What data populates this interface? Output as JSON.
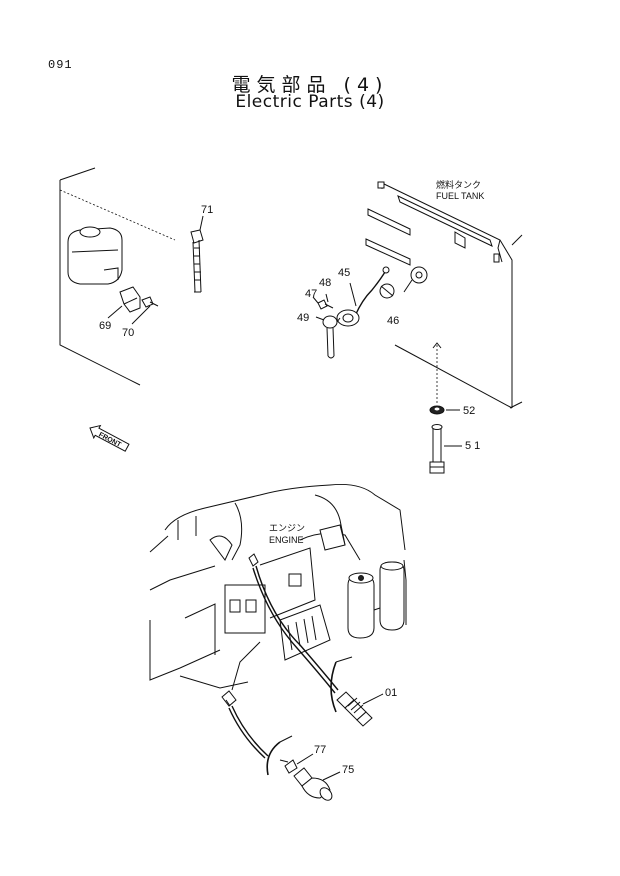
{
  "page": {
    "number": "091"
  },
  "title": {
    "japanese": "電気部品 (4)",
    "english": "Electric Parts (4)"
  },
  "part_labels": {
    "p01": "01",
    "p45": "45",
    "p46": "46",
    "p47": "47",
    "p48": "48",
    "p49": "49",
    "p51": "5 1",
    "p52": "52",
    "p69": "69",
    "p70": "70",
    "p71": "71",
    "p75": "75",
    "p77": "77"
  },
  "callouts": {
    "fuel_tank_ja": "燃料タンク",
    "fuel_tank_en": "FUEL TANK",
    "engine_ja": "エンジン",
    "engine_en": "ENGINE",
    "front": "FRONT"
  }
}
